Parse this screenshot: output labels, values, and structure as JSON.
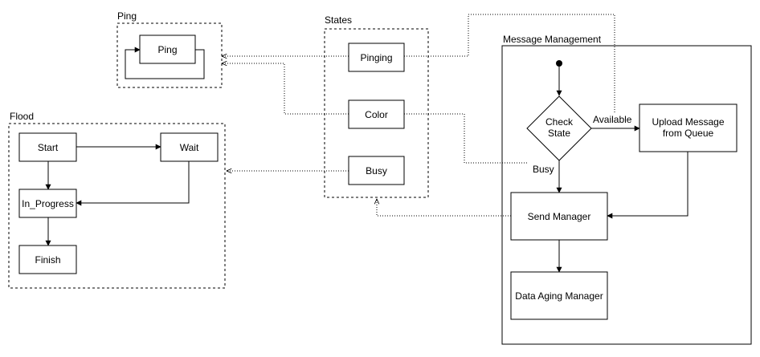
{
  "groups": {
    "ping": "Ping",
    "flood": "Flood",
    "states": "States",
    "message_management": "Message Management"
  },
  "nodes": {
    "ping": "Ping",
    "start": "Start",
    "wait": "Wait",
    "in_progress": "In_Progress",
    "finish": "Finish",
    "pinging": "Pinging",
    "color": "Color",
    "busy": "Busy",
    "check_state_line1": "Check",
    "check_state_line2": "State",
    "upload_line1": "Upload Message",
    "upload_line2": "from Queue",
    "send_manager": "Send Manager",
    "data_aging_manager": "Data Aging Manager"
  },
  "edge_labels": {
    "available": "Available",
    "busy": "Busy"
  }
}
